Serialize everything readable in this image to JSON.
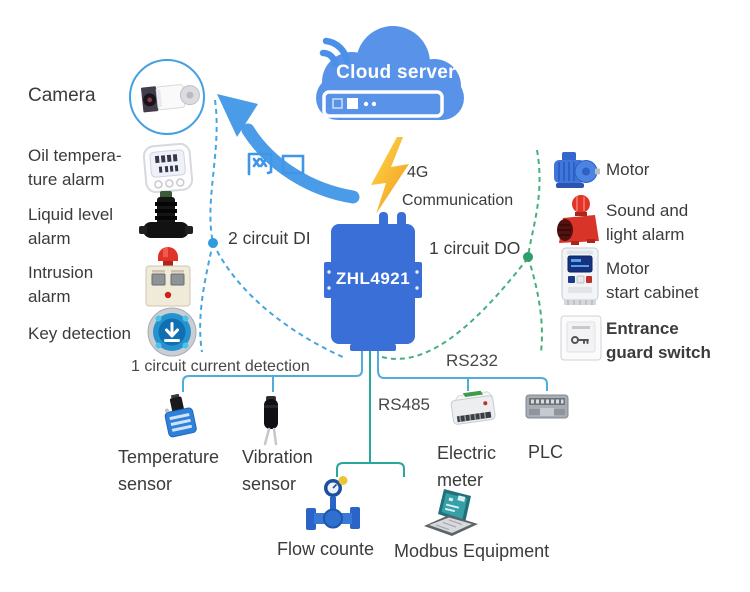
{
  "colors": {
    "cloud_blue": "#5893e9",
    "device_blue": "#3a6fd8",
    "arrow_blue": "#4b9ce8",
    "dashed_blue": "#45a5e2",
    "dashed_green": "#44b07c",
    "line_blue": "#4fadde",
    "line_teal": "#2aa79b",
    "lightning_yellow": "#f7b32a",
    "network_port_blue": "#3f95e8",
    "text_dark": "#3b3b3b"
  },
  "cloud": {
    "label": "Cloud server",
    "icon": "wifi-icon"
  },
  "device": {
    "label": "ZHL4921",
    "icon": "gateway-device-icon"
  },
  "labels": {
    "network_port": "网口",
    "g4": "4G",
    "communication": "Communication",
    "di": "2 circuit DI",
    "do": "1 circuit DO",
    "current_detection": "1 circuit current detection",
    "rs485": "RS485",
    "rs232": "RS232"
  },
  "left": {
    "items": [
      {
        "icon": "camera-icon",
        "lines": [
          "Camera"
        ]
      },
      {
        "icon": "oil-temperature-alarm-icon",
        "lines": [
          "Oil tempera-",
          "ture alarm"
        ]
      },
      {
        "icon": "liquid-level-alarm-icon",
        "lines": [
          "Liquid level",
          "alarm"
        ]
      },
      {
        "icon": "intrusion-alarm-icon",
        "lines": [
          "Intrusion",
          "alarm"
        ]
      },
      {
        "icon": "key-detection-icon",
        "lines": [
          "Key detection"
        ]
      }
    ]
  },
  "right": {
    "items": [
      {
        "icon": "motor-icon",
        "lines": [
          "Motor"
        ]
      },
      {
        "icon": "sound-light-alarm-icon",
        "lines": [
          "Sound and",
          "light alarm"
        ]
      },
      {
        "icon": "motor-start-cabinet-icon",
        "lines": [
          "Motor",
          "start cabinet"
        ]
      },
      {
        "icon": "entrance-guard-switch-icon",
        "lines": [
          "Entrance",
          "guard switch"
        ]
      }
    ]
  },
  "bottom": {
    "items": [
      {
        "icon": "temperature-sensor-icon",
        "lines": [
          "Temperature",
          "sensor"
        ]
      },
      {
        "icon": "vibration-sensor-icon",
        "lines": [
          "Vibration",
          "sensor"
        ]
      },
      {
        "icon": "electric-meter-icon",
        "lines": [
          "Electric",
          "meter"
        ]
      },
      {
        "icon": "plc-icon",
        "lines": [
          "PLC"
        ]
      },
      {
        "icon": "flow-counter-icon",
        "lines": [
          "Flow counte"
        ]
      },
      {
        "icon": "modbus-equipment-icon",
        "lines": [
          "Modbus Equipment"
        ]
      }
    ]
  }
}
